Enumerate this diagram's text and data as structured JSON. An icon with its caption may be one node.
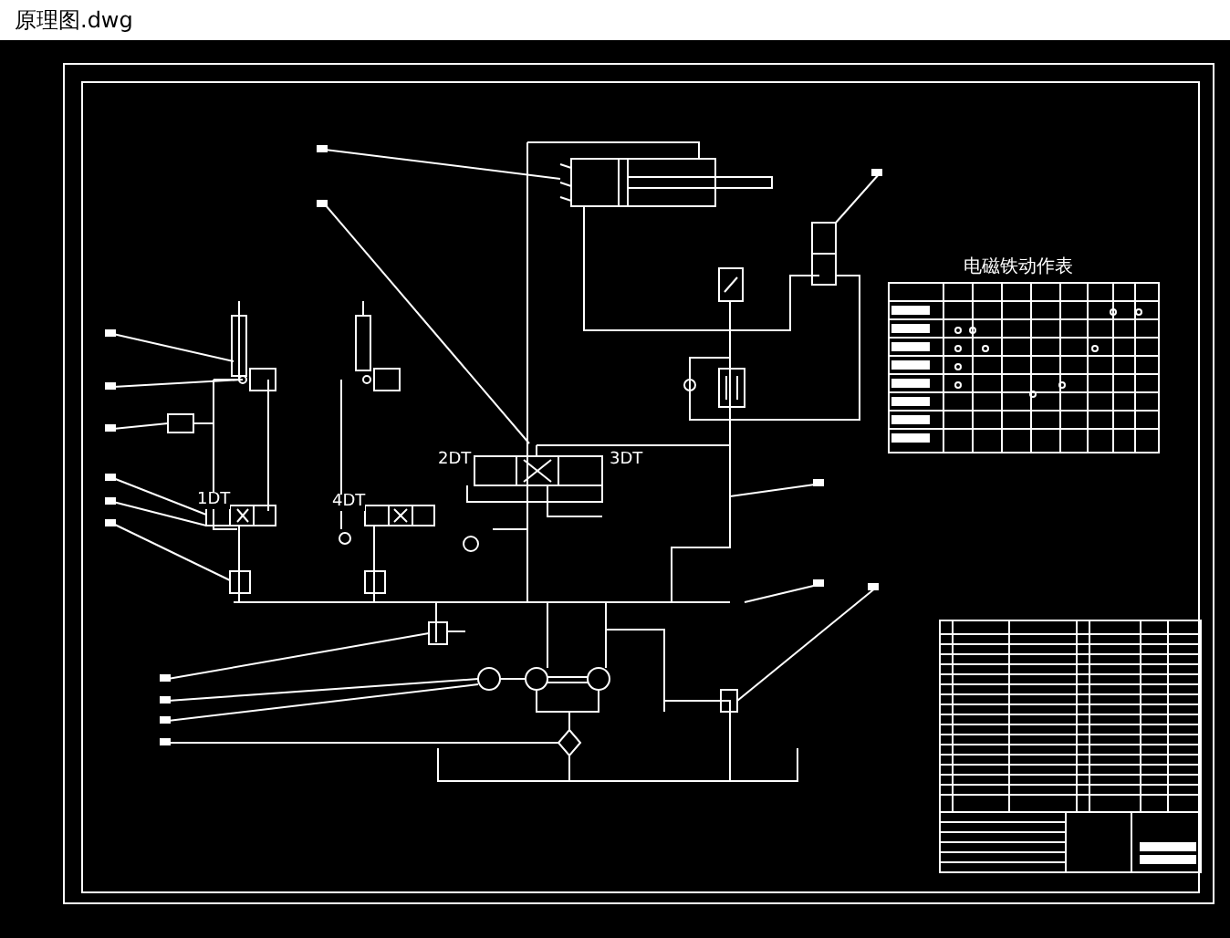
{
  "diagram": {
    "labels": [
      "原理图.dwg",
      "电磁铁动作表",
      "1DT",
      "4DT",
      "2DT",
      "3DT"
    ]
  }
}
